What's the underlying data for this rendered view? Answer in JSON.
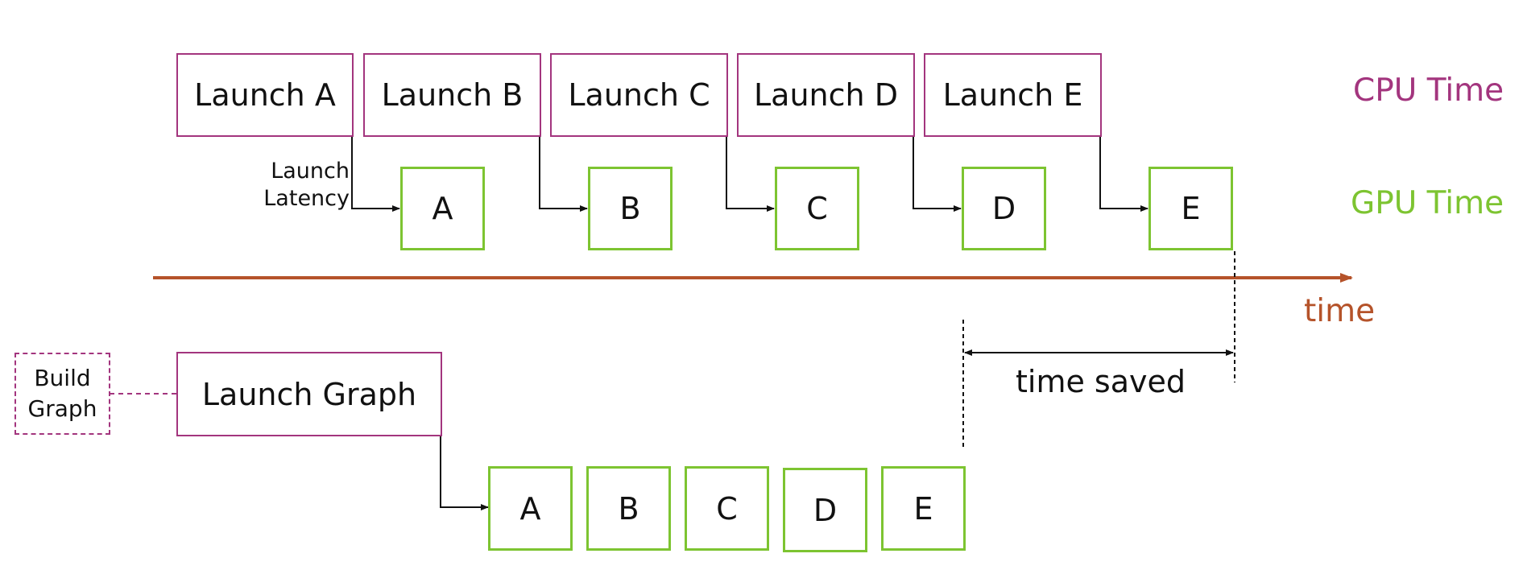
{
  "legend": {
    "cpu_label": "CPU Time",
    "gpu_label": "GPU Time",
    "time_axis_label": "time"
  },
  "colors": {
    "cpu": "#a3357e",
    "gpu": "#7dc431",
    "time_axis": "#b5532a",
    "connector": "#111111"
  },
  "without_graph": {
    "launch_boxes": [
      "Launch A",
      "Launch B",
      "Launch C",
      "Launch D",
      "Launch E"
    ],
    "kernel_boxes": [
      "A",
      "B",
      "C",
      "D",
      "E"
    ],
    "latency_label_line1": "Launch",
    "latency_label_line2": "Latency"
  },
  "with_graph": {
    "build_label_line1": "Build",
    "build_label_line2": "Graph",
    "launch_label": "Launch Graph",
    "kernel_boxes": [
      "A",
      "B",
      "C",
      "D",
      "E"
    ],
    "time_saved_label": "time saved"
  }
}
